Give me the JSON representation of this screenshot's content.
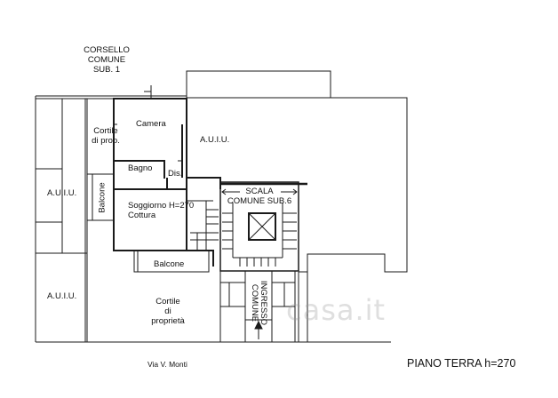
{
  "labels": {
    "corsello": [
      "CORSELLO",
      "COMUNE",
      "SUB. 1"
    ],
    "camera": "Camera",
    "cortile_prop": [
      "Cortile",
      "di prop."
    ],
    "auiu_top": "A.U.I.U.",
    "bagno": "Bagno",
    "dis": "Dis.",
    "scala": [
      "SCALA",
      "COMUNE SUB.6"
    ],
    "auiu_left_top": "A.U.I.U.",
    "balcone_vert": "Balcone",
    "soggiorno": [
      "Soggiorno H=270",
      "Cottura"
    ],
    "balcone_bottom": "Balcone",
    "auiu_left_bottom": "A.U.I.U.",
    "cortile_proprieta": [
      "Cortile",
      "di",
      "proprietà"
    ],
    "ingresso": [
      "INGRESSO",
      "COMUNE"
    ],
    "street": "Via V. Monti",
    "floor_title": "PIANO TERRA h=270"
  },
  "watermark": "casa.it",
  "colors": {
    "line": "#1a1a1a",
    "fill_gray": "#b8b8b8",
    "watermark": "#999999"
  }
}
